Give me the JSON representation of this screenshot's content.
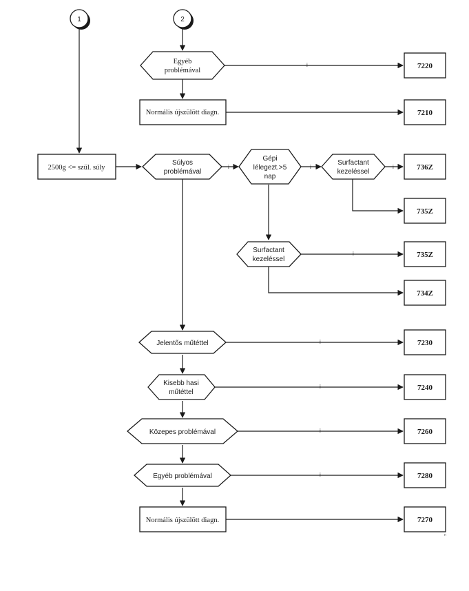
{
  "connectors": {
    "c1": "1",
    "c2": "2"
  },
  "nodes": {
    "egyeb_top": [
      "Egyéb",
      "problémával"
    ],
    "normalis_top": "Normális újszülött diagn.",
    "start": "2500g <= szül. súly",
    "sulyos": [
      "Súlyos",
      "problémával"
    ],
    "gepi": [
      "Gépi",
      "lélegezt.>5",
      "nap"
    ],
    "surf1": [
      "Surfactant",
      "kezeléssel"
    ],
    "surf2": [
      "Surfactant",
      "kezeléssel"
    ],
    "jelentos": "Jelentős műtéttel",
    "kisebb": [
      "Kisebb hasi",
      "műtéttel"
    ],
    "kozepes": "Közepes problémával",
    "egyeb_bottom": "Egyéb problémával",
    "normalis_bottom": "Normális újszülött diagn."
  },
  "codes": {
    "c7220": "7220",
    "c7210": "7210",
    "c736z": "736Z",
    "c735z_a": "735Z",
    "c735z_b": "735Z",
    "c734z": "734Z",
    "c7230": "7230",
    "c7240": "7240",
    "c7260": "7260",
    "c7280": "7280",
    "c7270": "7270"
  },
  "labels": {
    "igen": "i"
  },
  "footnote": "n"
}
